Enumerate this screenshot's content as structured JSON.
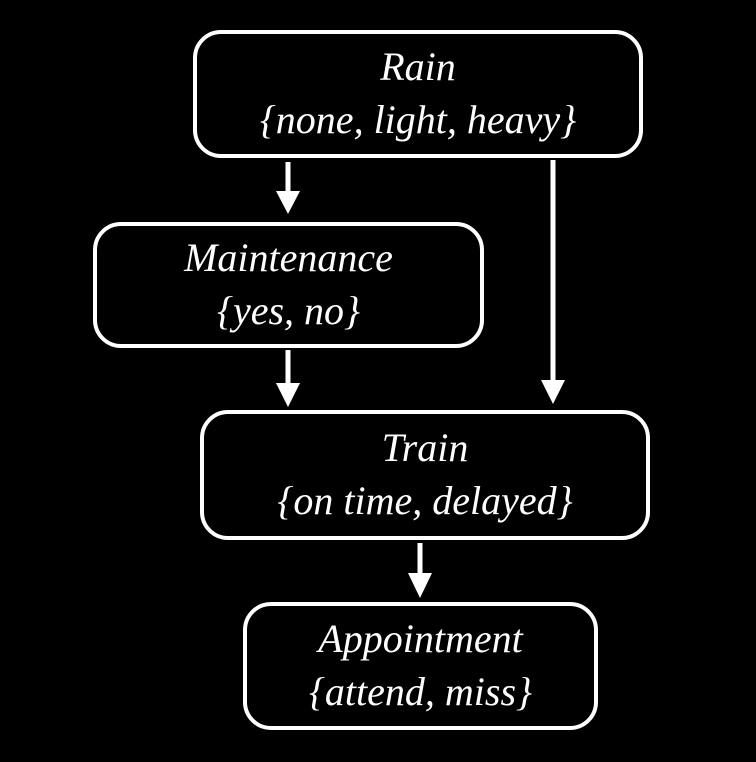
{
  "diagram": {
    "type": "bayesian-network",
    "nodes": {
      "rain": {
        "title": "Rain",
        "domain": "{none, light, heavy}"
      },
      "maintenance": {
        "title": "Maintenance",
        "domain": "{yes, no}"
      },
      "train": {
        "title": "Train",
        "domain": "{on time, delayed}"
      },
      "appointment": {
        "title": "Appointment",
        "domain": "{attend, miss}"
      }
    },
    "edges": [
      {
        "from": "Rain",
        "to": "Maintenance"
      },
      {
        "from": "Rain",
        "to": "Train"
      },
      {
        "from": "Maintenance",
        "to": "Train"
      },
      {
        "from": "Train",
        "to": "Appointment"
      }
    ],
    "colors": {
      "background": "#000000",
      "node_border": "#ffffff",
      "text": "#ffffff",
      "arrow": "#ffffff"
    }
  }
}
